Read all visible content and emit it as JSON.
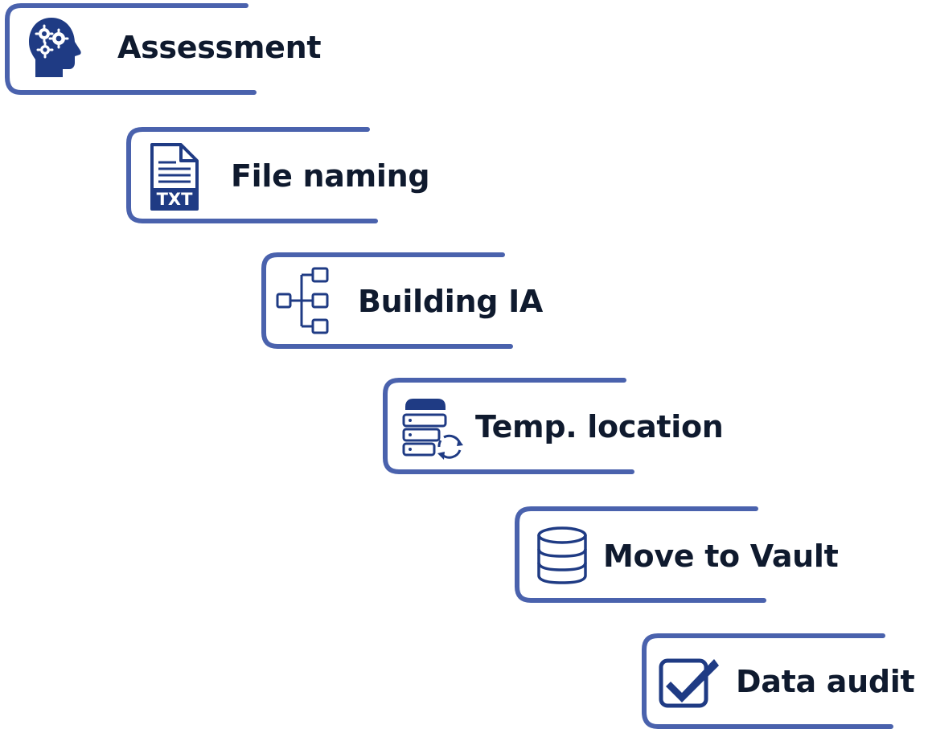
{
  "steps": [
    {
      "label": "Assessment",
      "icon": "head-gears-icon"
    },
    {
      "label": "File naming",
      "icon": "txt-file-icon"
    },
    {
      "label": "Building IA",
      "icon": "hierarchy-icon"
    },
    {
      "label": "Temp. location",
      "icon": "server-sync-icon"
    },
    {
      "label": "Move to Vault",
      "icon": "database-icon"
    },
    {
      "label": "Data audit",
      "icon": "checkbox-icon"
    }
  ],
  "colors": {
    "frame": "#4a62ad",
    "icon": "#1f3b84",
    "text": "#0f1a2e"
  }
}
